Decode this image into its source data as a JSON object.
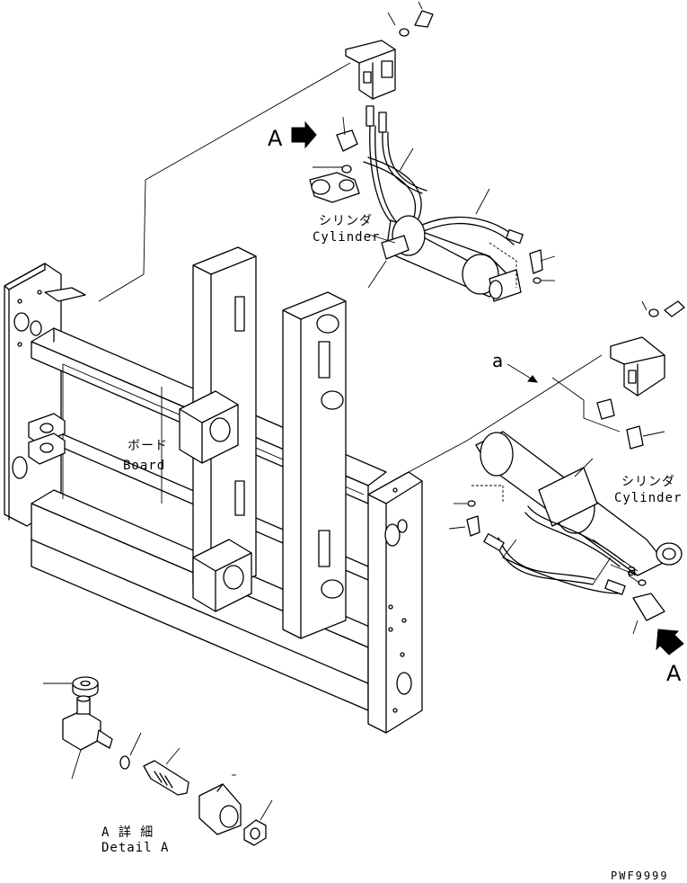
{
  "labels": {
    "cylinder_top_jp": "シリンダ",
    "cylinder_top_en": "Cylinder",
    "cylinder_right_jp": "シリンダ",
    "cylinder_right_en": "Cylinder",
    "board_jp": "ボード",
    "board_en": "Board",
    "view_marker_top": "A",
    "view_marker_bottom": "A",
    "direction_marker_a_upper": "a",
    "direction_marker_a_lower": "a",
    "detail_jp": "A 詳 細",
    "detail_en": "Detail A",
    "drawing_code": "PWF9999"
  }
}
